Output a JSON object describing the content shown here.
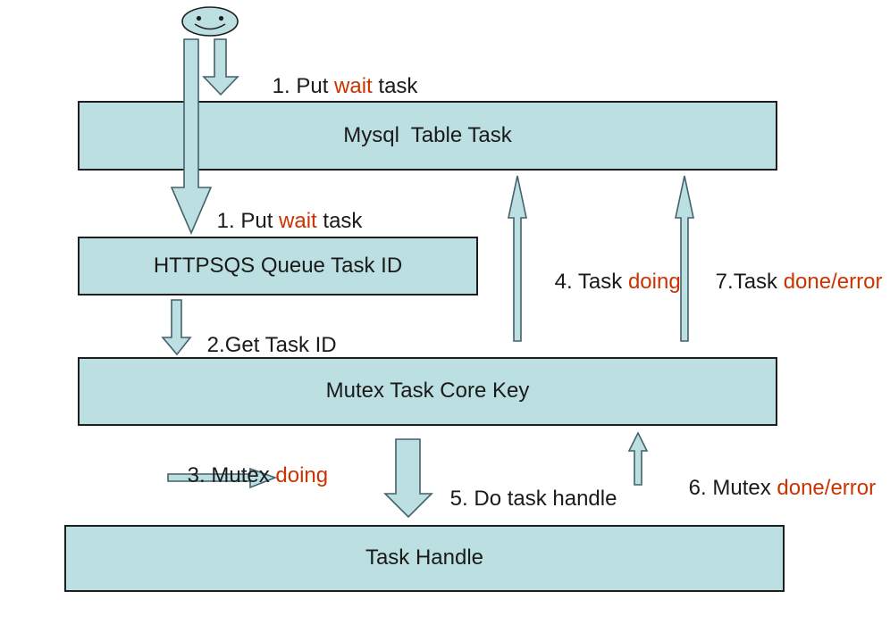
{
  "title": "Task queue flow diagram",
  "colors": {
    "background": "#ffffff",
    "node_fill": "#bcdfe2",
    "node_border": "#1e1e1e",
    "arrow_fill": "#bcdfe2",
    "arrow_stroke": "#44616c",
    "text": "#1a1a1a",
    "accent_red": "#cc3300"
  },
  "icons": {
    "user": "smiley-face-icon"
  },
  "nodes": {
    "mysql": {
      "label": "Mysql  Table Task"
    },
    "httpsqs": {
      "label": "HTTPSQS Queue Task ID"
    },
    "mutex": {
      "label": "Mutex Task Core Key"
    },
    "task_handle": {
      "label": "Task Handle"
    }
  },
  "labels": {
    "step1_top": {
      "pre": "1. Put ",
      "red": "wait",
      "post": " task"
    },
    "step1_mid": {
      "pre": "1. Put ",
      "red": "wait",
      "post": " task"
    },
    "step2": {
      "pre": "2.Get Task ID",
      "red": "",
      "post": ""
    },
    "step3": {
      "pre": "3. Mutex ",
      "red": "doing",
      "post": ""
    },
    "step4": {
      "pre": "4. Task ",
      "red": "doing",
      "post": ""
    },
    "step5": {
      "pre": "5. Do task handle",
      "red": "",
      "post": ""
    },
    "step6": {
      "pre": "6. Mutex ",
      "red": "done/error",
      "post": ""
    },
    "step7": {
      "pre": "7.Task ",
      "red": "done/error",
      "post": ""
    }
  }
}
